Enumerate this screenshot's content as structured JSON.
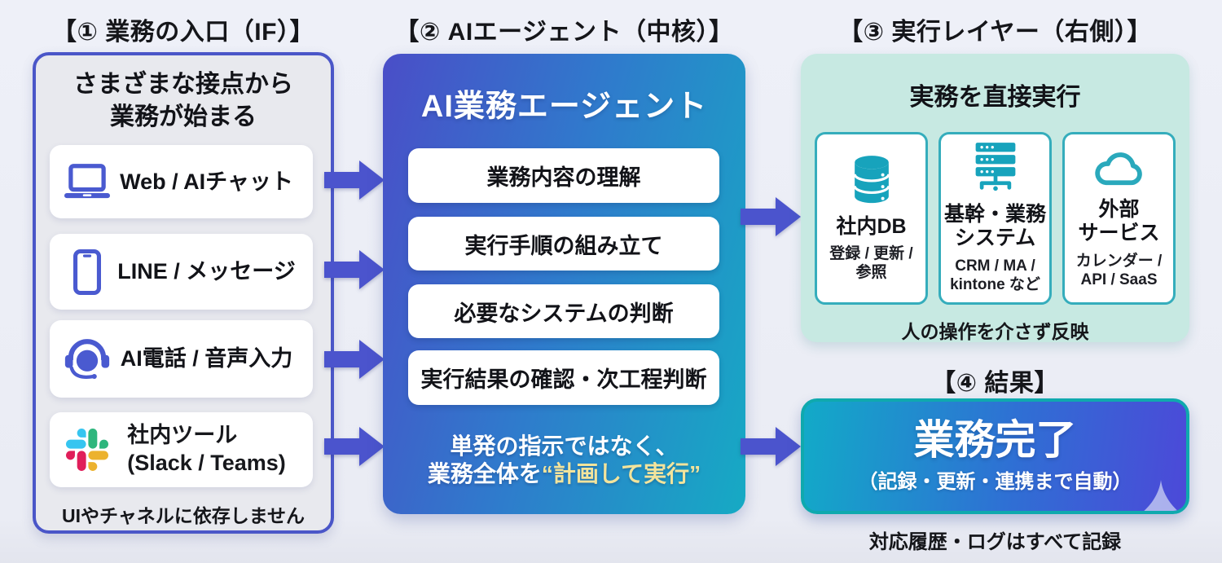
{
  "headers": {
    "entry": "【① 業務の入口（IF）】",
    "agent": "【② AIエージェント（中核）】",
    "execution": "【③ 実行レイヤー（右側）】",
    "result": "【④ 結果】"
  },
  "entry_panel": {
    "heading_line1": "さまざまな接点から",
    "heading_line2": "業務が始まる",
    "items": [
      {
        "icon": "laptop-icon",
        "label": "Web / AIチャット"
      },
      {
        "icon": "smartphone-icon",
        "label": "LINE / メッセージ"
      },
      {
        "icon": "headset-icon",
        "label": "AI電話 / 音声入力"
      },
      {
        "icon": "slack-icon",
        "label_line1": "社内ツール",
        "label_line2": "(Slack / Teams)"
      }
    ],
    "footer": "UIやチャネルに依存しません"
  },
  "agent_panel": {
    "title": "AI業務エージェント",
    "steps": [
      "業務内容の理解",
      "実行手順の組み立て",
      "必要なシステムの判断",
      "実行結果の確認・次工程判断"
    ],
    "note_line1": "単発の指示ではなく、",
    "note_line2_prefix": "業務全体を",
    "note_line2_highlight": "“計画して実行”"
  },
  "execution_panel": {
    "title": "実務を直接実行",
    "cards": [
      {
        "icon": "database-icon",
        "title": "社内DB",
        "subtitle": "登録 / 更新 /\n参照"
      },
      {
        "icon": "server-icon",
        "title": "基幹・業務\nシステム",
        "subtitle": "CRM / MA /\nkintone など"
      },
      {
        "icon": "cloud-icon",
        "title": "外部\nサービス",
        "subtitle": "カレンダー /\nAPI / SaaS"
      }
    ],
    "footer": "人の操作を介さず反映"
  },
  "result": {
    "title": "業務完了",
    "subtitle": "（記録・更新・連携まで自動）",
    "footer": "対応履歴・ログはすべて記録"
  },
  "colors": {
    "page_background": "#edeff6",
    "arrow_indigo": "#4b54cd",
    "entry_border_indigo": "#4a56c8",
    "entry_icon_indigo": "#4a5ad0",
    "agent_gradient_start": "#4a4ec8",
    "agent_gradient_end": "#16aac4",
    "note_highlight_gold": "#f2e49c",
    "exec_panel_mint": "#c7e9e2",
    "exec_card_border_teal": "#35adbc",
    "exec_icon_teal": "#17a3bc",
    "result_border_teal": "#0fa9ae",
    "slack_blue": "#36C5F0",
    "slack_green": "#2EB67D",
    "slack_red": "#E01E5A",
    "slack_yellow": "#ECB22E"
  }
}
